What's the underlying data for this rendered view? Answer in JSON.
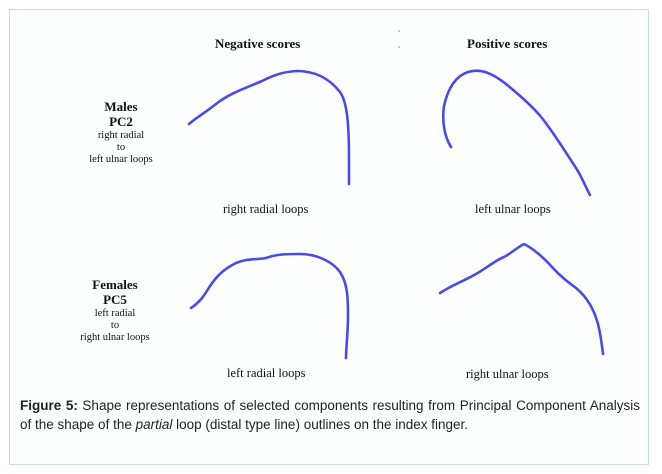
{
  "columns": {
    "negative": "Negative scores",
    "positive": "Positive scores"
  },
  "rows": {
    "males": {
      "group": "Males",
      "component": "PC2",
      "from": "right radial",
      "to_word": "to",
      "to": "left ulnar loops",
      "negative_shape_label": "right radial loops",
      "positive_shape_label": "left ulnar loops"
    },
    "females": {
      "group": "Females",
      "component": "PC5",
      "from": "left radial",
      "to_word": "to",
      "to": "right ulnar loops",
      "negative_shape_label": "left radial loops",
      "positive_shape_label": "right ulnar loops"
    }
  },
  "caption": {
    "label": "Figure 5:",
    "text_before": " Shape representations of selected components resulting from Principal Component Analysis of the shape of the ",
    "emphasis": "partial",
    "text_after": " loop (distal type line) outlines on the index finger."
  },
  "colors": {
    "curve": "#4a4ae8",
    "border": "#c9dcdd"
  }
}
